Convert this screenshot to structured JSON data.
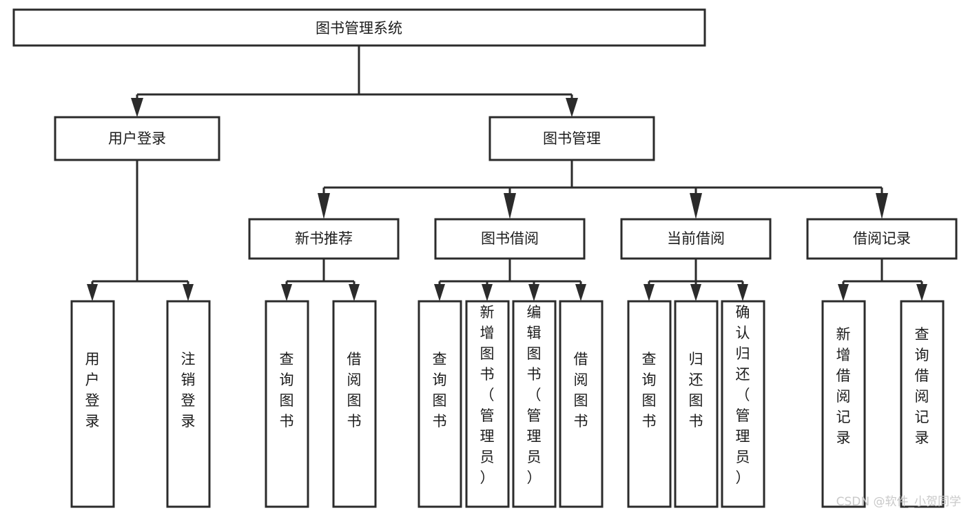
{
  "diagram": {
    "type": "tree",
    "title": "图书管理系统",
    "orientation": "top-down",
    "root": {
      "id": "root",
      "label": "图书管理系统"
    },
    "level2": [
      {
        "id": "user-login",
        "label": "用户登录"
      },
      {
        "id": "book-manage",
        "label": "图书管理"
      }
    ],
    "level3": [
      {
        "id": "new-book-rec",
        "label": "新书推荐",
        "parent": "book-manage"
      },
      {
        "id": "book-borrow",
        "label": "图书借阅",
        "parent": "book-manage"
      },
      {
        "id": "current-borrow",
        "label": "当前借阅",
        "parent": "book-manage"
      },
      {
        "id": "borrow-record",
        "label": "借阅记录",
        "parent": "book-manage"
      }
    ],
    "leaves": {
      "user-login": [
        {
          "id": "leaf-user-login",
          "label": "用户登录"
        },
        {
          "id": "leaf-user-logout",
          "label": "注销登录"
        }
      ],
      "new-book-rec": [
        {
          "id": "leaf-query-book-1",
          "label": "查询图书"
        },
        {
          "id": "leaf-borrow-book-1",
          "label": "借阅图书"
        }
      ],
      "book-borrow": [
        {
          "id": "leaf-query-book-2",
          "label": "查询图书"
        },
        {
          "id": "leaf-add-book",
          "label": "新增图书（管理员）"
        },
        {
          "id": "leaf-edit-book",
          "label": "编辑图书（管理员）"
        },
        {
          "id": "leaf-borrow-book-2",
          "label": "借阅图书"
        }
      ],
      "current-borrow": [
        {
          "id": "leaf-query-book-3",
          "label": "查询图书"
        },
        {
          "id": "leaf-return-book",
          "label": "归还图书"
        },
        {
          "id": "leaf-confirm-return",
          "label": "确认归还（管理员）"
        }
      ],
      "borrow-record": [
        {
          "id": "leaf-add-record",
          "label": "新增借阅记录"
        },
        {
          "id": "leaf-query-record",
          "label": "查询借阅记录"
        }
      ]
    }
  },
  "watermark": {
    "label": "CSDN @软件_小贺同学"
  },
  "colors": {
    "background": "#ffffff",
    "box_fill": "#ffffff",
    "box_stroke": "#2b2b2b",
    "text": "#1c1c1c",
    "watermark": "#c9c9c9"
  }
}
